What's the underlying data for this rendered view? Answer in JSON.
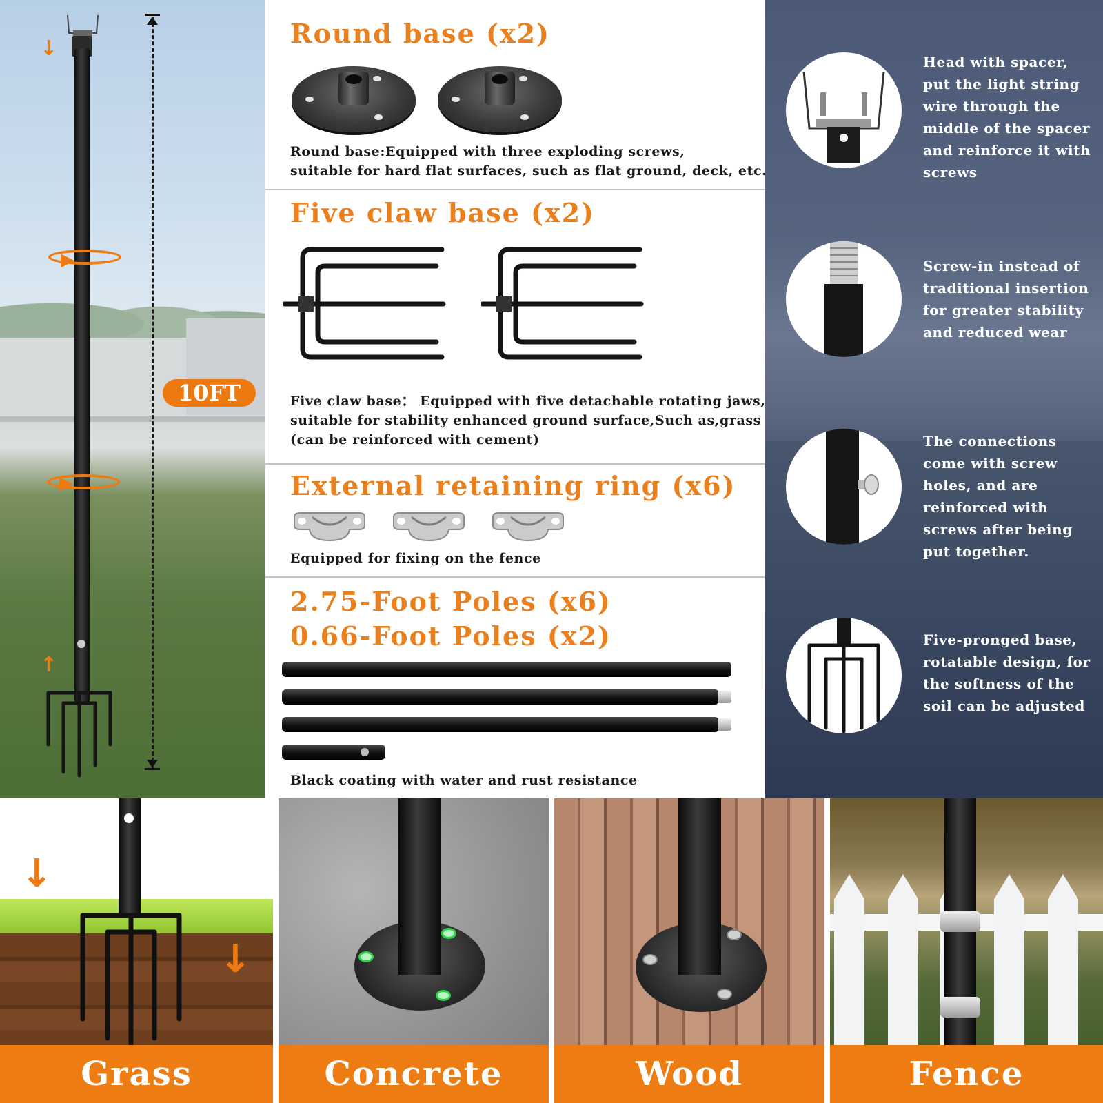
{
  "left_panel": {
    "height_badge": "10FT"
  },
  "middle_panel": {
    "round_base": {
      "title": "Round base (x2)",
      "desc_line1": "Round base:Equipped with three exploding screws,",
      "desc_line2": "suitable for hard flat surfaces, such as flat ground, deck, etc."
    },
    "five_claw_base": {
      "title": "Five claw base (x2)",
      "desc_line1": "Five claw base： Equipped with five detachable rotating jaws,",
      "desc_line2": "suitable for stability enhanced ground surface,Such as,grass",
      "desc_line3": " (can be reinforced with cement)"
    },
    "retaining_ring": {
      "title": "External retaining ring (x6)",
      "desc": "Equipped for fixing on the fence"
    },
    "poles": {
      "title_line1": "2.75-Foot Poles (x6)",
      "title_line2": "0.66-Foot Poles (x2)",
      "desc": "Black coating with water and rust resistance"
    }
  },
  "right_panel": {
    "features": [
      {
        "icon": "head-spacer-icon",
        "text": "Head with spacer, put the light string wire through the middle of the spacer and reinforce it with screws"
      },
      {
        "icon": "screw-thread-icon",
        "text": "Screw-in instead of traditional insertion for greater stability and reduced wear"
      },
      {
        "icon": "screw-connection-icon",
        "text": "The connections come with screw holes, and are reinforced with screws after being put together."
      },
      {
        "icon": "five-prong-base-icon",
        "text": "Five-pronged base, rotatable design, for the softness of the soil can be adjusted"
      }
    ]
  },
  "tiles": [
    {
      "label": "Grass"
    },
    {
      "label": "Concrete"
    },
    {
      "label": "Wood"
    },
    {
      "label": "Fence"
    }
  ],
  "colors": {
    "accent_orange": "#ec7a10",
    "title_orange": "#e97f1d",
    "right_bg": "#4c5a78"
  }
}
